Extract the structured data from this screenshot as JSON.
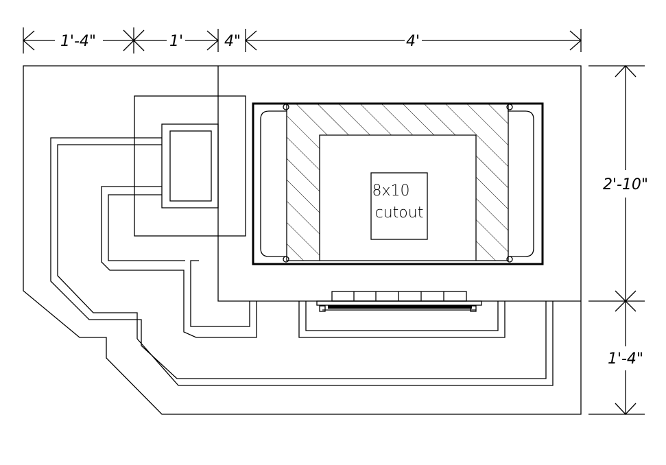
{
  "dimensions": {
    "top": [
      "1'-4\"",
      "1'",
      "4\"",
      "4'"
    ],
    "right": [
      "2'-10\"",
      "1'-4\""
    ]
  },
  "cutout": {
    "line1": "8x10",
    "line2": "cutout"
  }
}
